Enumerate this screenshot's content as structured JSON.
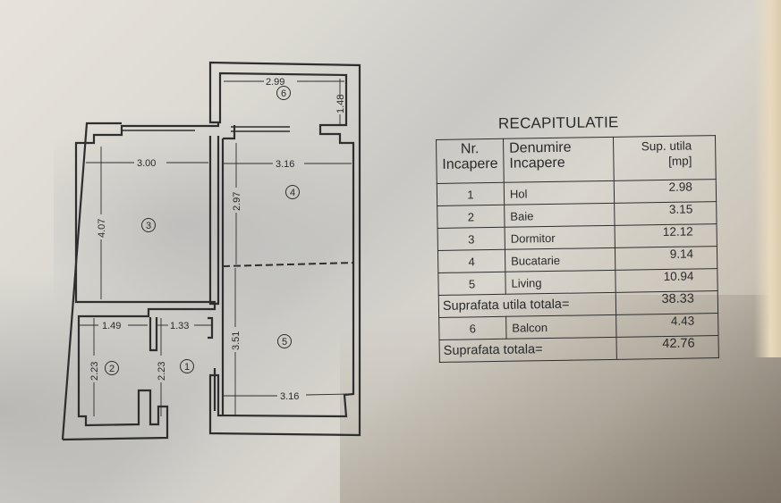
{
  "document": {
    "type": "apartment-floor-plan",
    "colors": {
      "paper": "#dedbd3",
      "ink": "#2a2a2a",
      "room_fill": "#c9c8c5"
    }
  },
  "floor_plan": {
    "rooms": [
      {
        "id": "1",
        "label": "1"
      },
      {
        "id": "2",
        "label": "2"
      },
      {
        "id": "3",
        "label": "3"
      },
      {
        "id": "4",
        "label": "4"
      },
      {
        "id": "5",
        "label": "5"
      },
      {
        "id": "6",
        "label": "6"
      }
    ],
    "dimensions": {
      "balcony_width": "2.99",
      "balcony_depth": "1.48",
      "bedroom_width": "3.00",
      "bedroom_length": "4.07",
      "kitchen_width": "3.16",
      "kitchen_length": "2.97",
      "bath_width": "1.49",
      "bath_length": "2.23",
      "hall_width": "1.33",
      "hall_length": "2.23",
      "living_length": "3.51",
      "living_width": "3.16"
    }
  },
  "recap": {
    "title": "RECAPITULATIE",
    "headers": {
      "nr_line1": "Nr.",
      "nr_line2": "Incapere",
      "name_line1": "Denumire",
      "name_line2": "Incapere",
      "area_line1": "Sup. utila",
      "area_line2": "[mp]"
    },
    "rows": [
      {
        "nr": "1",
        "name": "Hol",
        "area": "2.98"
      },
      {
        "nr": "2",
        "name": "Baie",
        "area": "3.15"
      },
      {
        "nr": "3",
        "name": "Dormitor",
        "area": "12.12"
      },
      {
        "nr": "4",
        "name": "Bucatarie",
        "area": "9.14"
      },
      {
        "nr": "5",
        "name": "Living",
        "area": "10.94"
      }
    ],
    "useful_total": {
      "label": "Suprafata utila totala=",
      "value": "38.33"
    },
    "balcony_row": {
      "nr": "6",
      "name": "Balcon",
      "area": "4.43"
    },
    "grand_total": {
      "label": "Suprafata totala=",
      "value": "42.76"
    }
  }
}
